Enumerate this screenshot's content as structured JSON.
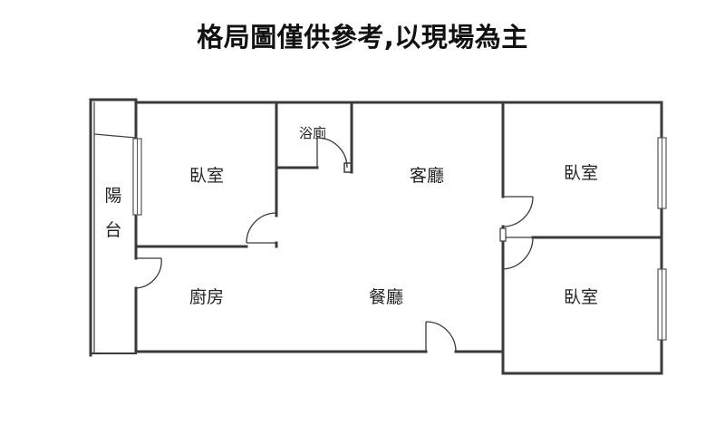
{
  "title": "格局圖僅供參考,以現場為主",
  "rooms": {
    "bedroom_upper_left": "臥室",
    "bathroom": "浴廁",
    "living_room": "客廳",
    "bedroom_upper_right": "臥室",
    "balcony": "陽台",
    "kitchen": "廚房",
    "dining_room": "餐廳",
    "bedroom_lower_right": "臥室"
  }
}
